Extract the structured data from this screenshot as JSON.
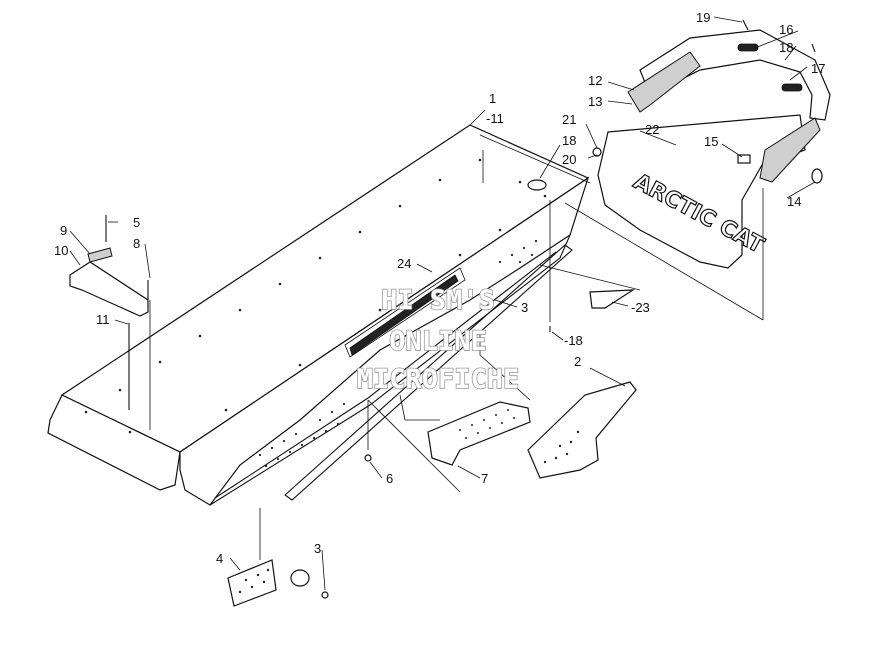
{
  "diagram": {
    "callouts": [
      {
        "id": "c1",
        "text": "1"
      },
      {
        "id": "c2",
        "text": "-11"
      },
      {
        "id": "c3",
        "text": "18"
      },
      {
        "id": "c4",
        "text": "21"
      },
      {
        "id": "c5",
        "text": "22"
      },
      {
        "id": "c6",
        "text": "20"
      },
      {
        "id": "c7",
        "text": "15"
      },
      {
        "id": "c8",
        "text": "12"
      },
      {
        "id": "c9",
        "text": "13"
      },
      {
        "id": "c10",
        "text": "19"
      },
      {
        "id": "c11",
        "text": "16"
      },
      {
        "id": "c12",
        "text": "18"
      },
      {
        "id": "c13",
        "text": "17"
      },
      {
        "id": "c14",
        "text": "14"
      },
      {
        "id": "c15",
        "text": "9"
      },
      {
        "id": "c16",
        "text": "5"
      },
      {
        "id": "c17",
        "text": "10"
      },
      {
        "id": "c18",
        "text": "8"
      },
      {
        "id": "c19",
        "text": "11"
      },
      {
        "id": "c20",
        "text": "24"
      },
      {
        "id": "c21",
        "text": "3"
      },
      {
        "id": "c22",
        "text": "-18"
      },
      {
        "id": "c23",
        "text": "-23"
      },
      {
        "id": "c24",
        "text": "2"
      },
      {
        "id": "c25",
        "text": "6"
      },
      {
        "id": "c26",
        "text": "7"
      },
      {
        "id": "c27",
        "text": "4"
      },
      {
        "id": "c28",
        "text": "3"
      }
    ],
    "brand_text": "ARCTIC CAT",
    "watermark": [
      "HI SM'S",
      "ONLINE",
      "MICROFICHE"
    ]
  }
}
